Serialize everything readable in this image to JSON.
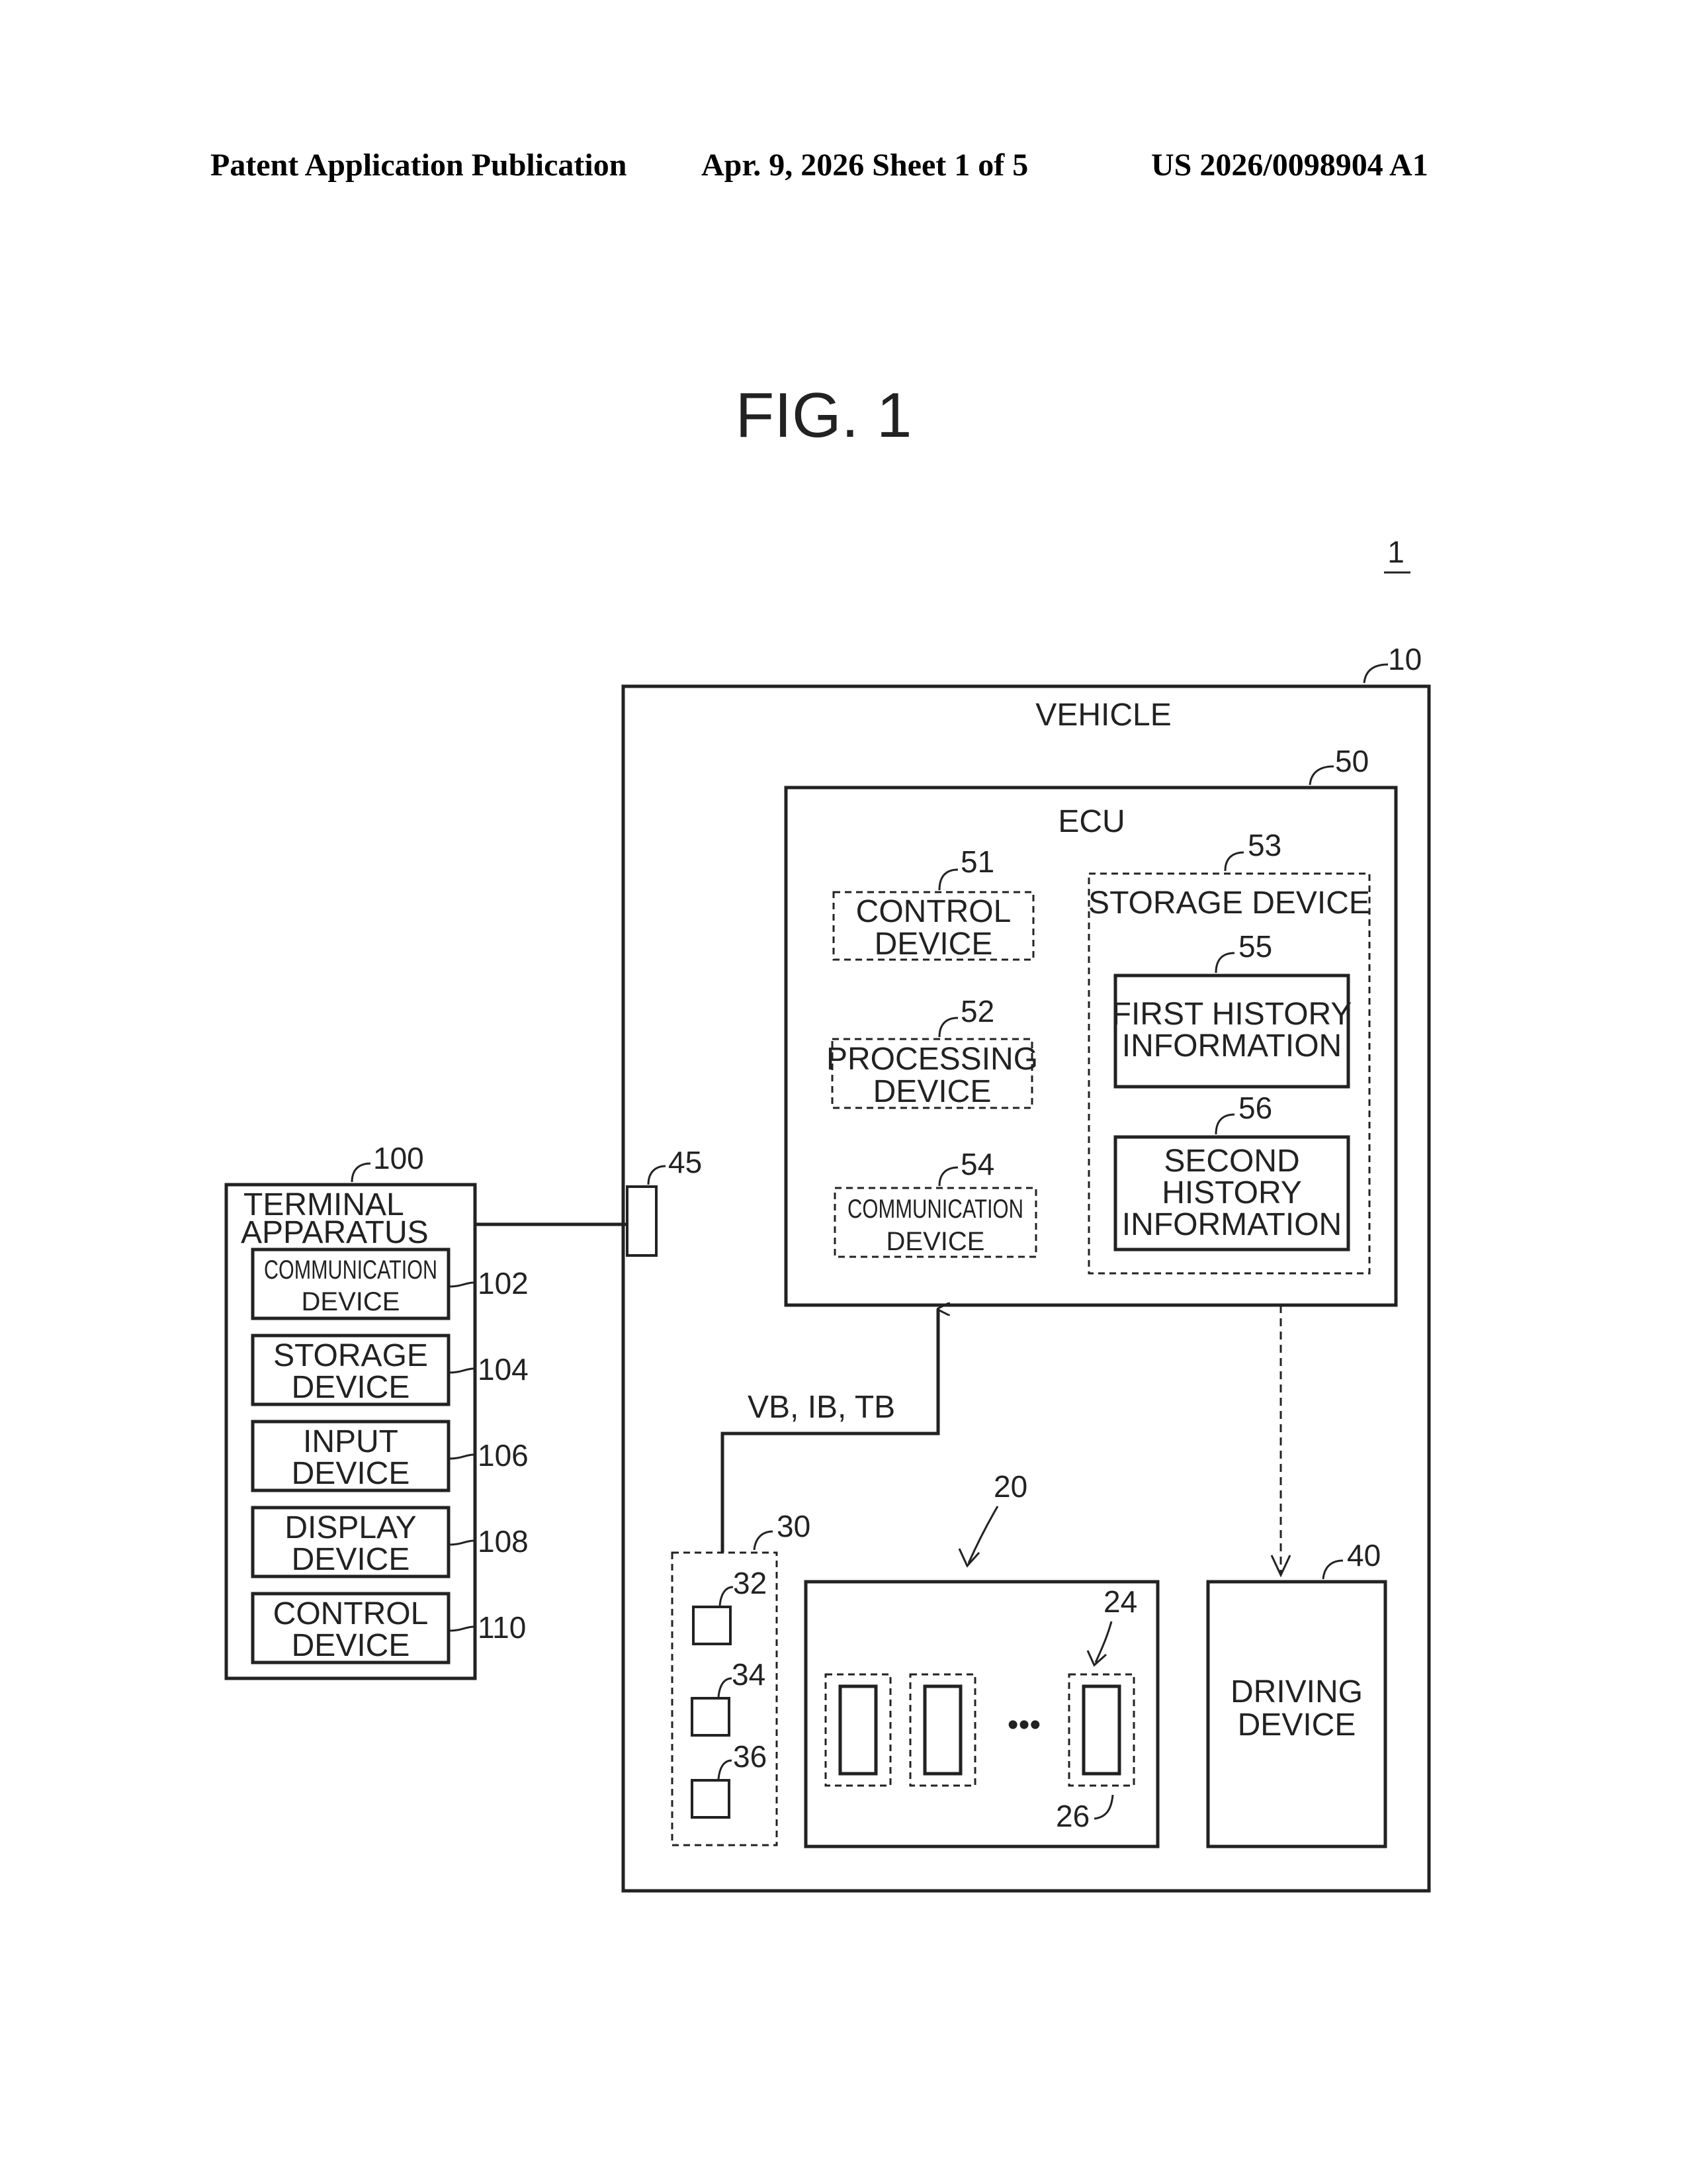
{
  "header": {
    "left": "Patent Application Publication",
    "date_sheet": "Apr. 9, 2026   Sheet 1 of 5",
    "pub_number": "US 2026/0098904 A1"
  },
  "figure": {
    "title": "FIG. 1",
    "system_ref": "1"
  },
  "vehicle": {
    "label": "VEHICLE",
    "ref": "10"
  },
  "ecu": {
    "label": "ECU",
    "ref": "50",
    "control": {
      "line1": "CONTROL",
      "line2": "DEVICE",
      "ref": "51"
    },
    "processing": {
      "line1": "PROCESSING",
      "line2": "DEVICE",
      "ref": "52"
    },
    "communication": {
      "line1": "COMMUNICATION",
      "line2": "DEVICE",
      "ref": "54"
    },
    "storage": {
      "label": "STORAGE DEVICE",
      "ref": "53",
      "first": {
        "line1": "FIRST HISTORY",
        "line2": "INFORMATION",
        "ref": "55"
      },
      "second": {
        "line1": "SECOND",
        "line2": "HISTORY",
        "line3": "INFORMATION",
        "ref": "56"
      }
    }
  },
  "connector": {
    "ref": "45"
  },
  "signal_label": "VB, IB, TB",
  "sensors": {
    "ref": "30",
    "items": [
      "32",
      "34",
      "36"
    ]
  },
  "battery": {
    "ref": "20",
    "cell_ref": "24",
    "cell_inner_ref": "26",
    "ellipsis": "•••"
  },
  "driving": {
    "line1": "DRIVING",
    "line2": "DEVICE",
    "ref": "40"
  },
  "terminal": {
    "line1": "TERMINAL",
    "line2": "APPARATUS",
    "ref": "100",
    "comm": {
      "line1": "COMMUNICATION",
      "line2": "DEVICE",
      "ref": "102"
    },
    "storage": {
      "line1": "STORAGE",
      "line2": "DEVICE",
      "ref": "104"
    },
    "input": {
      "line1": "INPUT",
      "line2": "DEVICE",
      "ref": "106"
    },
    "display": {
      "line1": "DISPLAY",
      "line2": "DEVICE",
      "ref": "108"
    },
    "control": {
      "line1": "CONTROL",
      "line2": "DEVICE",
      "ref": "110"
    }
  }
}
